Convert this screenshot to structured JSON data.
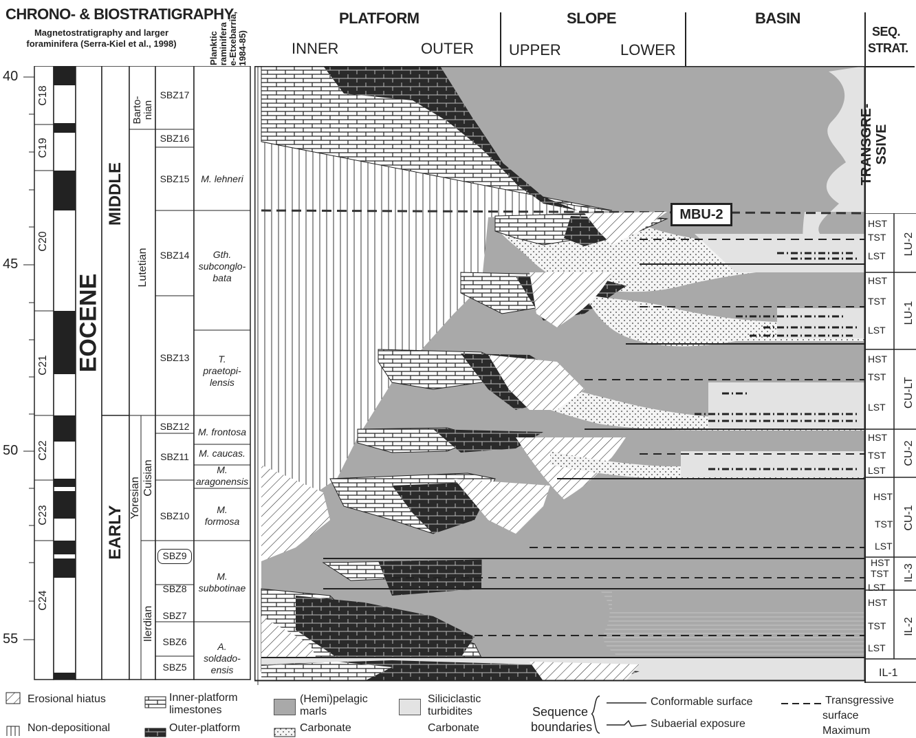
{
  "header": {
    "chrono_title": "CHRONO- & BIOSTRATIGRAPHY",
    "chrono_subtitle_1": "Magnetostratigraphy and larger",
    "chrono_subtitle_2": "foraminifera (Serra-Kiel et al., 1998)",
    "planktic_1": "Planktic",
    "planktic_2": "foraminifera",
    "planktic_3": "(Orue-Etxebarria,",
    "planktic_4": "1984-85)",
    "platform": "PLATFORM",
    "slope": "SLOPE",
    "basin": "BASIN",
    "inner": "INNER",
    "outer": "OUTER",
    "upper": "UPPER",
    "lower": "LOWER",
    "seq_strat_1": "SEQ.",
    "seq_strat_2": "STRAT."
  },
  "ages": [
    {
      "label": "40"
    },
    {
      "label": "45"
    },
    {
      "label": "50"
    },
    {
      "label": "55"
    }
  ],
  "chrons": [
    "C18",
    "C19",
    "C20",
    "C21",
    "C22",
    "C23",
    "C24"
  ],
  "epoch": "EOCENE",
  "series": [
    "MIDDLE",
    "EARLY"
  ],
  "stages": [
    "Barto-",
    "nian",
    "Lutetian",
    "Yoresian",
    "Cuisian",
    "Ilerdian"
  ],
  "sbz": [
    "SBZ17",
    "SBZ16",
    "SBZ15",
    "SBZ14",
    "SBZ13",
    "SBZ12",
    "SBZ11",
    "SBZ10",
    "SBZ9",
    "SBZ8",
    "SBZ7",
    "SBZ6",
    "SBZ5"
  ],
  "planktic_zones": {
    "lehneri": "M. lehneri",
    "gth_1": "Gth.",
    "gth_2": "subconglo-",
    "gth_3": "bata",
    "t_1": "T.",
    "t_2": "praetopi-",
    "t_3": "lensis",
    "frontosa": "M. frontosa",
    "caucas": "M. caucas.",
    "arag_1": "M.",
    "arag_2": "aragonensis",
    "formosa_1": "M.",
    "formosa_2": "formosa",
    "subb_1": "M.",
    "subb_2": "subbotinae",
    "sold_1": "A.",
    "sold_2": "soldado-",
    "sold_3": "ensis"
  },
  "mbu": "MBU-2",
  "transgressive_1": "TRANSGRE-",
  "transgressive_2": "SSIVE",
  "systems_tracts": {
    "lu2_hst": "HST",
    "lu2_tst": "TST",
    "lu2_lst": "LST",
    "lu1_hst": "HST",
    "lu1_tst": "TST",
    "lu1_lst": "LST",
    "cult_hst": "HST",
    "cult_tst": "TST",
    "cult_lst": "LST",
    "cu2_hst": "HST",
    "cu2_tst": "TST",
    "cu2_lst": "LST",
    "cu1_hst": "HST",
    "cu1_tst": "TST",
    "cu1_lst": "LST",
    "il3_hst": "HST",
    "il3_tst": "TST",
    "il3_lst": "LST",
    "il2_hst": "HST",
    "il2_tst": "TST",
    "il2_lst": "LST"
  },
  "sequences": [
    "LU-2",
    "LU-1",
    "CU-LT",
    "CU-2",
    "CU-1",
    "IL-3",
    "IL-2",
    "IL-1"
  ],
  "legend": {
    "erosional": "Erosional hiatus",
    "nondep": "Non-depositional",
    "inner_1": "Inner-platform",
    "inner_2": "limestones",
    "outer": "Outer-platform",
    "hemi_1": "(Hemi)pelagic",
    "hemi_2": "marls",
    "carbonate_1": "Carbonate",
    "silici_1": "Siliciclastic",
    "silici_2": "turbidites",
    "carbonate_2": "Carbonate",
    "seqb_1": "Sequence",
    "seqb_2": "boundaries",
    "conformable": "Conformable surface",
    "subaerial": "Subaerial exposure",
    "transgressive_1": "Transgressive",
    "transgressive_2": "surface",
    "maximum": "Maximum"
  },
  "colors": {
    "marl": "#a9a9a9",
    "turbidite": "#e3e3e3",
    "ink": "#222222",
    "dark_limestone": "#2a2a2a"
  }
}
